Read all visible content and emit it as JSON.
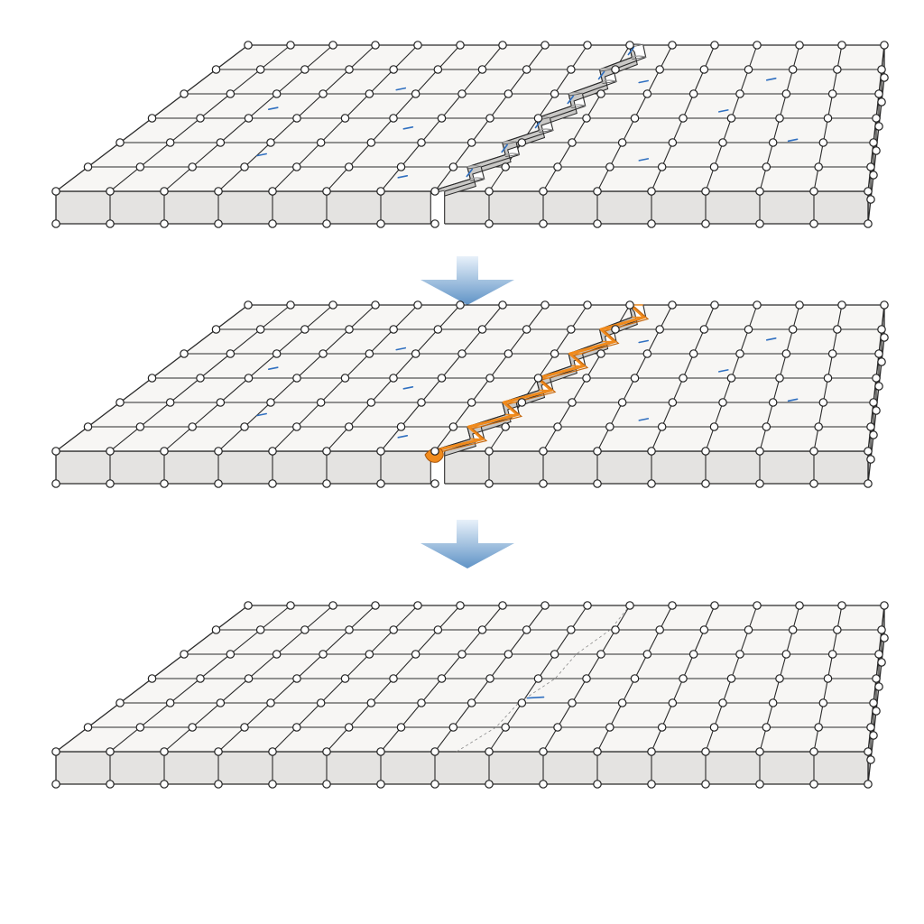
{
  "colors": {
    "background": "#ffffff",
    "slab_top": "#f7f6f4",
    "slab_front": "#e4e3e1",
    "slab_side": "#d3d2d0",
    "outline": "#2a2a2a",
    "node_fill": "#ffffff",
    "damage_blue": "#2f6fc0",
    "active_node_blue": "#5b9ee0",
    "healing_orange": "#f08a1c",
    "arrow_top": "#e8f1fa",
    "arrow_bottom": "#5f93c6"
  },
  "stages": [
    {
      "id": "cracked",
      "state": "fractured",
      "bridge": "grey-fibers",
      "crack_fill": false
    },
    {
      "id": "healing",
      "state": "healing",
      "bridge": "orange-network",
      "crack_fill": false
    },
    {
      "id": "healed",
      "state": "healed",
      "bridge": "none",
      "crack_fill": true
    }
  ],
  "arrows": [
    {
      "id": "arrow-1",
      "direction": "down"
    },
    {
      "id": "arrow-2",
      "direction": "down"
    }
  ]
}
